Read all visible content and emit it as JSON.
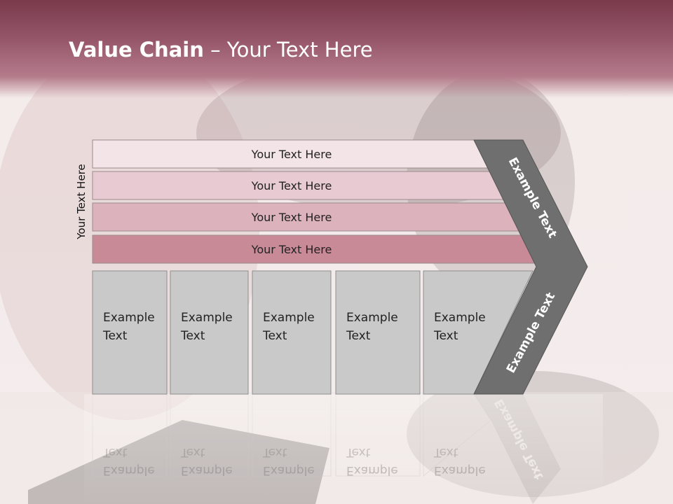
{
  "slide": {
    "title_bold": "Value Chain",
    "title_rest": " – Your Text Here",
    "side_label": "Your Text Here"
  },
  "support_rows": [
    {
      "label": "Your Text Here",
      "color": "#f3e4e8"
    },
    {
      "label": "Your Text Here",
      "color": "#e8cad2"
    },
    {
      "label": "Your Text Here",
      "color": "#dcb2bd"
    },
    {
      "label": "Your Text Here",
      "color": "#c98a97"
    }
  ],
  "primary_boxes": [
    {
      "line1": "Example",
      "line2": "Text"
    },
    {
      "line1": "Example",
      "line2": "Text"
    },
    {
      "line1": "Example",
      "line2": "Text"
    },
    {
      "line1": "Example",
      "line2": "Text"
    },
    {
      "line1": "Example",
      "line2": "Text"
    }
  ],
  "chevron": {
    "upper_label": "Example Text",
    "lower_label": "Example Text",
    "color": "#6f6f6f"
  },
  "colors": {
    "box_fill": "#c9c9c9",
    "box_stroke": "#8e8e8e"
  }
}
